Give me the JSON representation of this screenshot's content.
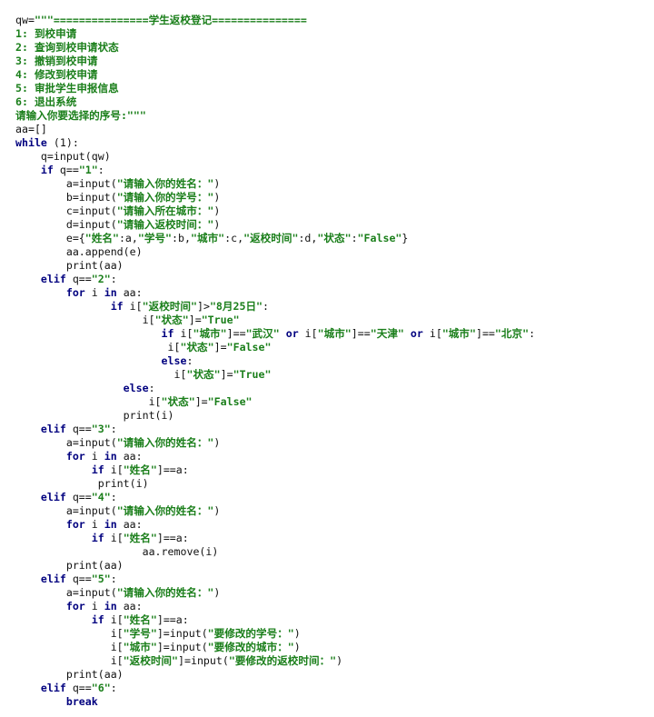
{
  "editor": {
    "lines": [
      [
        [
          "p",
          "qw="
        ],
        [
          "s",
          "\"\"\"===============学生返校登记==============="
        ]
      ],
      [
        [
          "s",
          "1: 到校申请"
        ]
      ],
      [
        [
          "s",
          "2: 查询到校申请状态"
        ]
      ],
      [
        [
          "s",
          "3: 撤销到校申请"
        ]
      ],
      [
        [
          "s",
          "4: 修改到校申请"
        ]
      ],
      [
        [
          "s",
          "5: 审批学生申报信息"
        ]
      ],
      [
        [
          "s",
          "6: 退出系统"
        ]
      ],
      [
        [
          "s",
          "请输入你要选择的序号:\"\"\""
        ]
      ],
      [
        [
          "p",
          "aa=[]"
        ]
      ],
      [
        [
          "k",
          "while"
        ],
        [
          "p",
          " (1):"
        ]
      ],
      [
        [
          "p",
          "    q=input(qw)"
        ]
      ],
      [
        [
          "p",
          "    "
        ],
        [
          "k",
          "if"
        ],
        [
          "p",
          " q=="
        ],
        [
          "s",
          "\"1\""
        ],
        [
          "p",
          ":"
        ]
      ],
      [
        [
          "p",
          "        a=input("
        ],
        [
          "s",
          "\"请输入你的姓名：\""
        ],
        [
          "p",
          ")"
        ]
      ],
      [
        [
          "p",
          "        b=input("
        ],
        [
          "s",
          "\"请输入你的学号：\""
        ],
        [
          "p",
          ")"
        ]
      ],
      [
        [
          "p",
          "        c=input("
        ],
        [
          "s",
          "\"请输入所在城市：\""
        ],
        [
          "p",
          ")"
        ]
      ],
      [
        [
          "p",
          "        d=input("
        ],
        [
          "s",
          "\"请输入返校时间：\""
        ],
        [
          "p",
          ")"
        ]
      ],
      [
        [
          "p",
          "        e={"
        ],
        [
          "s",
          "\"姓名\""
        ],
        [
          "p",
          ":a,"
        ],
        [
          "s",
          "\"学号\""
        ],
        [
          "p",
          ":b,"
        ],
        [
          "s",
          "\"城市\""
        ],
        [
          "p",
          ":c,"
        ],
        [
          "s",
          "\"返校时间\""
        ],
        [
          "p",
          ":d,"
        ],
        [
          "s",
          "\"状态\""
        ],
        [
          "p",
          ":"
        ],
        [
          "s",
          "\"False\""
        ],
        [
          "p",
          "}"
        ]
      ],
      [
        [
          "p",
          "        aa.append(e)"
        ]
      ],
      [
        [
          "p",
          "        print(aa)"
        ]
      ],
      [
        [
          "p",
          "    "
        ],
        [
          "k",
          "elif"
        ],
        [
          "p",
          " q=="
        ],
        [
          "s",
          "\"2\""
        ],
        [
          "p",
          ":"
        ]
      ],
      [
        [
          "p",
          "        "
        ],
        [
          "k",
          "for"
        ],
        [
          "p",
          " i "
        ],
        [
          "k",
          "in"
        ],
        [
          "p",
          " aa:"
        ]
      ],
      [
        [
          "p",
          "               "
        ],
        [
          "k",
          "if"
        ],
        [
          "p",
          " i["
        ],
        [
          "s",
          "\"返校时间\""
        ],
        [
          "p",
          "]>"
        ],
        [
          "s",
          "\"8月25日\""
        ],
        [
          "p",
          ":"
        ]
      ],
      [
        [
          "p",
          "                    i["
        ],
        [
          "s",
          "\"状态\""
        ],
        [
          "p",
          "]="
        ],
        [
          "s",
          "\"True\""
        ]
      ],
      [
        [
          "p",
          "                       "
        ],
        [
          "k",
          "if"
        ],
        [
          "p",
          " i["
        ],
        [
          "s",
          "\"城市\""
        ],
        [
          "p",
          "]=="
        ],
        [
          "s",
          "\"武汉\""
        ],
        [
          "p",
          " "
        ],
        [
          "k",
          "or"
        ],
        [
          "p",
          " i["
        ],
        [
          "s",
          "\"城市\""
        ],
        [
          "p",
          "]=="
        ],
        [
          "s",
          "\"天津\""
        ],
        [
          "p",
          " "
        ],
        [
          "k",
          "or"
        ],
        [
          "p",
          " i["
        ],
        [
          "s",
          "\"城市\""
        ],
        [
          "p",
          "]=="
        ],
        [
          "s",
          "\"北京\""
        ],
        [
          "p",
          ":"
        ]
      ],
      [
        [
          "p",
          "                        i["
        ],
        [
          "s",
          "\"状态\""
        ],
        [
          "p",
          "]="
        ],
        [
          "s",
          "\"False\""
        ]
      ],
      [
        [
          "p",
          "                       "
        ],
        [
          "k",
          "else"
        ],
        [
          "p",
          ":"
        ]
      ],
      [
        [
          "p",
          "                         i["
        ],
        [
          "s",
          "\"状态\""
        ],
        [
          "p",
          "]="
        ],
        [
          "s",
          "\"True\""
        ]
      ],
      [
        [
          "p",
          "                 "
        ],
        [
          "k",
          "else"
        ],
        [
          "p",
          ":"
        ]
      ],
      [
        [
          "p",
          "                     i["
        ],
        [
          "s",
          "\"状态\""
        ],
        [
          "p",
          "]="
        ],
        [
          "s",
          "\"False\""
        ]
      ],
      [
        [
          "p",
          "                 print(i)"
        ]
      ],
      [
        [
          "p",
          "    "
        ],
        [
          "k",
          "elif"
        ],
        [
          "p",
          " q=="
        ],
        [
          "s",
          "\"3\""
        ],
        [
          "p",
          ":"
        ]
      ],
      [
        [
          "p",
          "        a=input("
        ],
        [
          "s",
          "\"请输入你的姓名：\""
        ],
        [
          "p",
          ")"
        ]
      ],
      [
        [
          "p",
          "        "
        ],
        [
          "k",
          "for"
        ],
        [
          "p",
          " i "
        ],
        [
          "k",
          "in"
        ],
        [
          "p",
          " aa:"
        ]
      ],
      [
        [
          "p",
          "            "
        ],
        [
          "k",
          "if"
        ],
        [
          "p",
          " i["
        ],
        [
          "s",
          "\"姓名\""
        ],
        [
          "p",
          "]==a:"
        ]
      ],
      [
        [
          "p",
          "             print(i)"
        ]
      ],
      [
        [
          "p",
          "    "
        ],
        [
          "k",
          "elif"
        ],
        [
          "p",
          " q=="
        ],
        [
          "s",
          "\"4\""
        ],
        [
          "p",
          ":"
        ]
      ],
      [
        [
          "p",
          "        a=input("
        ],
        [
          "s",
          "\"请输入你的姓名：\""
        ],
        [
          "p",
          ")"
        ]
      ],
      [
        [
          "p",
          "        "
        ],
        [
          "k",
          "for"
        ],
        [
          "p",
          " i "
        ],
        [
          "k",
          "in"
        ],
        [
          "p",
          " aa:"
        ]
      ],
      [
        [
          "p",
          "            "
        ],
        [
          "k",
          "if"
        ],
        [
          "p",
          " i["
        ],
        [
          "s",
          "\"姓名\""
        ],
        [
          "p",
          "]==a:"
        ]
      ],
      [
        [
          "p",
          "                    aa.remove(i)"
        ]
      ],
      [
        [
          "p",
          "        print(aa)"
        ]
      ],
      [
        [
          "p",
          "    "
        ],
        [
          "k",
          "elif"
        ],
        [
          "p",
          " q=="
        ],
        [
          "s",
          "\"5\""
        ],
        [
          "p",
          ":"
        ]
      ],
      [
        [
          "p",
          "        a=input("
        ],
        [
          "s",
          "\"请输入你的姓名：\""
        ],
        [
          "p",
          ")"
        ]
      ],
      [
        [
          "p",
          "        "
        ],
        [
          "k",
          "for"
        ],
        [
          "p",
          " i "
        ],
        [
          "k",
          "in"
        ],
        [
          "p",
          " aa:"
        ]
      ],
      [
        [
          "p",
          "            "
        ],
        [
          "k",
          "if"
        ],
        [
          "p",
          " i["
        ],
        [
          "s",
          "\"姓名\""
        ],
        [
          "p",
          "]==a:"
        ]
      ],
      [
        [
          "p",
          "               i["
        ],
        [
          "s",
          "\"学号\""
        ],
        [
          "p",
          "]=input("
        ],
        [
          "s",
          "\"要修改的学号：\""
        ],
        [
          "p",
          ")"
        ]
      ],
      [
        [
          "p",
          "               i["
        ],
        [
          "s",
          "\"城市\""
        ],
        [
          "p",
          "]=input("
        ],
        [
          "s",
          "\"要修改的城市：\""
        ],
        [
          "p",
          ")"
        ]
      ],
      [
        [
          "p",
          "               i["
        ],
        [
          "s",
          "\"返校时间\""
        ],
        [
          "p",
          "]=input("
        ],
        [
          "s",
          "\"要修改的返校时间：\""
        ],
        [
          "p",
          ")"
        ]
      ],
      [
        [
          "p",
          "        print(aa)"
        ]
      ],
      [
        [
          "p",
          "    "
        ],
        [
          "k",
          "elif"
        ],
        [
          "p",
          " q=="
        ],
        [
          "s",
          "\"6\""
        ],
        [
          "p",
          ":"
        ]
      ],
      [
        [
          "p",
          "        "
        ],
        [
          "k",
          "break"
        ]
      ]
    ],
    "colors": {
      "keyword": "#00007f",
      "string": "#1b7f1b",
      "plain": "#111111"
    }
  }
}
